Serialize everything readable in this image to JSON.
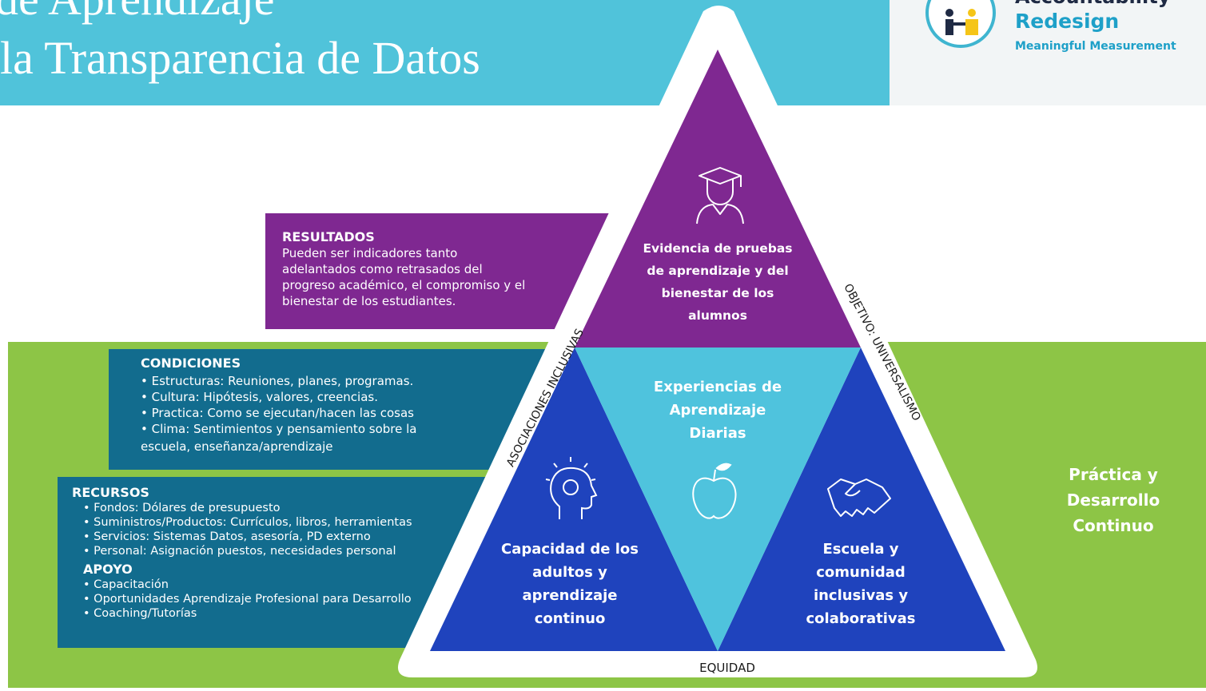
{
  "header": {
    "title_line1": "de Aprendizaje",
    "title_line2": "la Transparencia de Datos"
  },
  "logo": {
    "line1": "Accountability",
    "line2": "Redesign",
    "line3": "Meaningful Measurement"
  },
  "colors": {
    "header": "#50c3da",
    "green": "#8dc546",
    "purple": "#7f2891",
    "teal": "#126c8e",
    "blue": "#1f43bd",
    "light_blue": "#4fc3dd"
  },
  "resultados": {
    "title": "RESULTADOS",
    "lines": [
      "Pueden ser indicadores tanto",
      "adelantados como retrasados del",
      "progreso académico, el compromiso y el",
      "bienestar de los estudiantes."
    ]
  },
  "condiciones": {
    "title": "CONDICIONES",
    "lines": [
      "• Estructuras: Reuniones, planes, programas.",
      "• Cultura: Hipótesis, valores, creencias.",
      "• Practica: Como se ejecutan/hacen las cosas",
      "• Clima: Sentimientos y pensamiento sobre la",
      "escuela, enseñanza/aprendizaje"
    ]
  },
  "recursos": {
    "title": "RECURSOS",
    "lines": [
      "• Fondos: Dólares de presupuesto",
      "• Suministros/Productos: Currículos, libros, herramientas",
      "• Servicios: Sistemas Datos, asesoría, PD externo",
      "• Personal: Asignación puestos, necesidades personal"
    ]
  },
  "apoyo": {
    "title": "APOYO",
    "lines": [
      "• Capacitación",
      "• Oportunidades Aprendizaje Profesional para Desarrollo",
      "• Coaching/Tutorías"
    ]
  },
  "pyramid": {
    "top": [
      "Evidencia de pruebas",
      "de aprendizaje y del",
      "bienestar de los",
      "alumnos"
    ],
    "center": [
      "Experiencias de",
      "Aprendizaje",
      "Diarias"
    ],
    "left": [
      "Capacidad de los",
      "adultos y",
      "aprendizaje",
      "continuo"
    ],
    "right": [
      "Escuela y",
      "comunidad",
      "inclusivas y",
      "colaborativas"
    ],
    "left_side_label": "ASOCIACIONES INCLUSIVAS",
    "right_side_label": "OBJETIVO: UNIVERSALISMO",
    "base_label": "EQUIDAD",
    "icons": [
      "graduate-icon",
      "apple-icon",
      "head-lightbulb-icon",
      "handshake-icon"
    ]
  },
  "practica": [
    "Práctica y",
    "Desarrollo",
    "Continuo"
  ]
}
